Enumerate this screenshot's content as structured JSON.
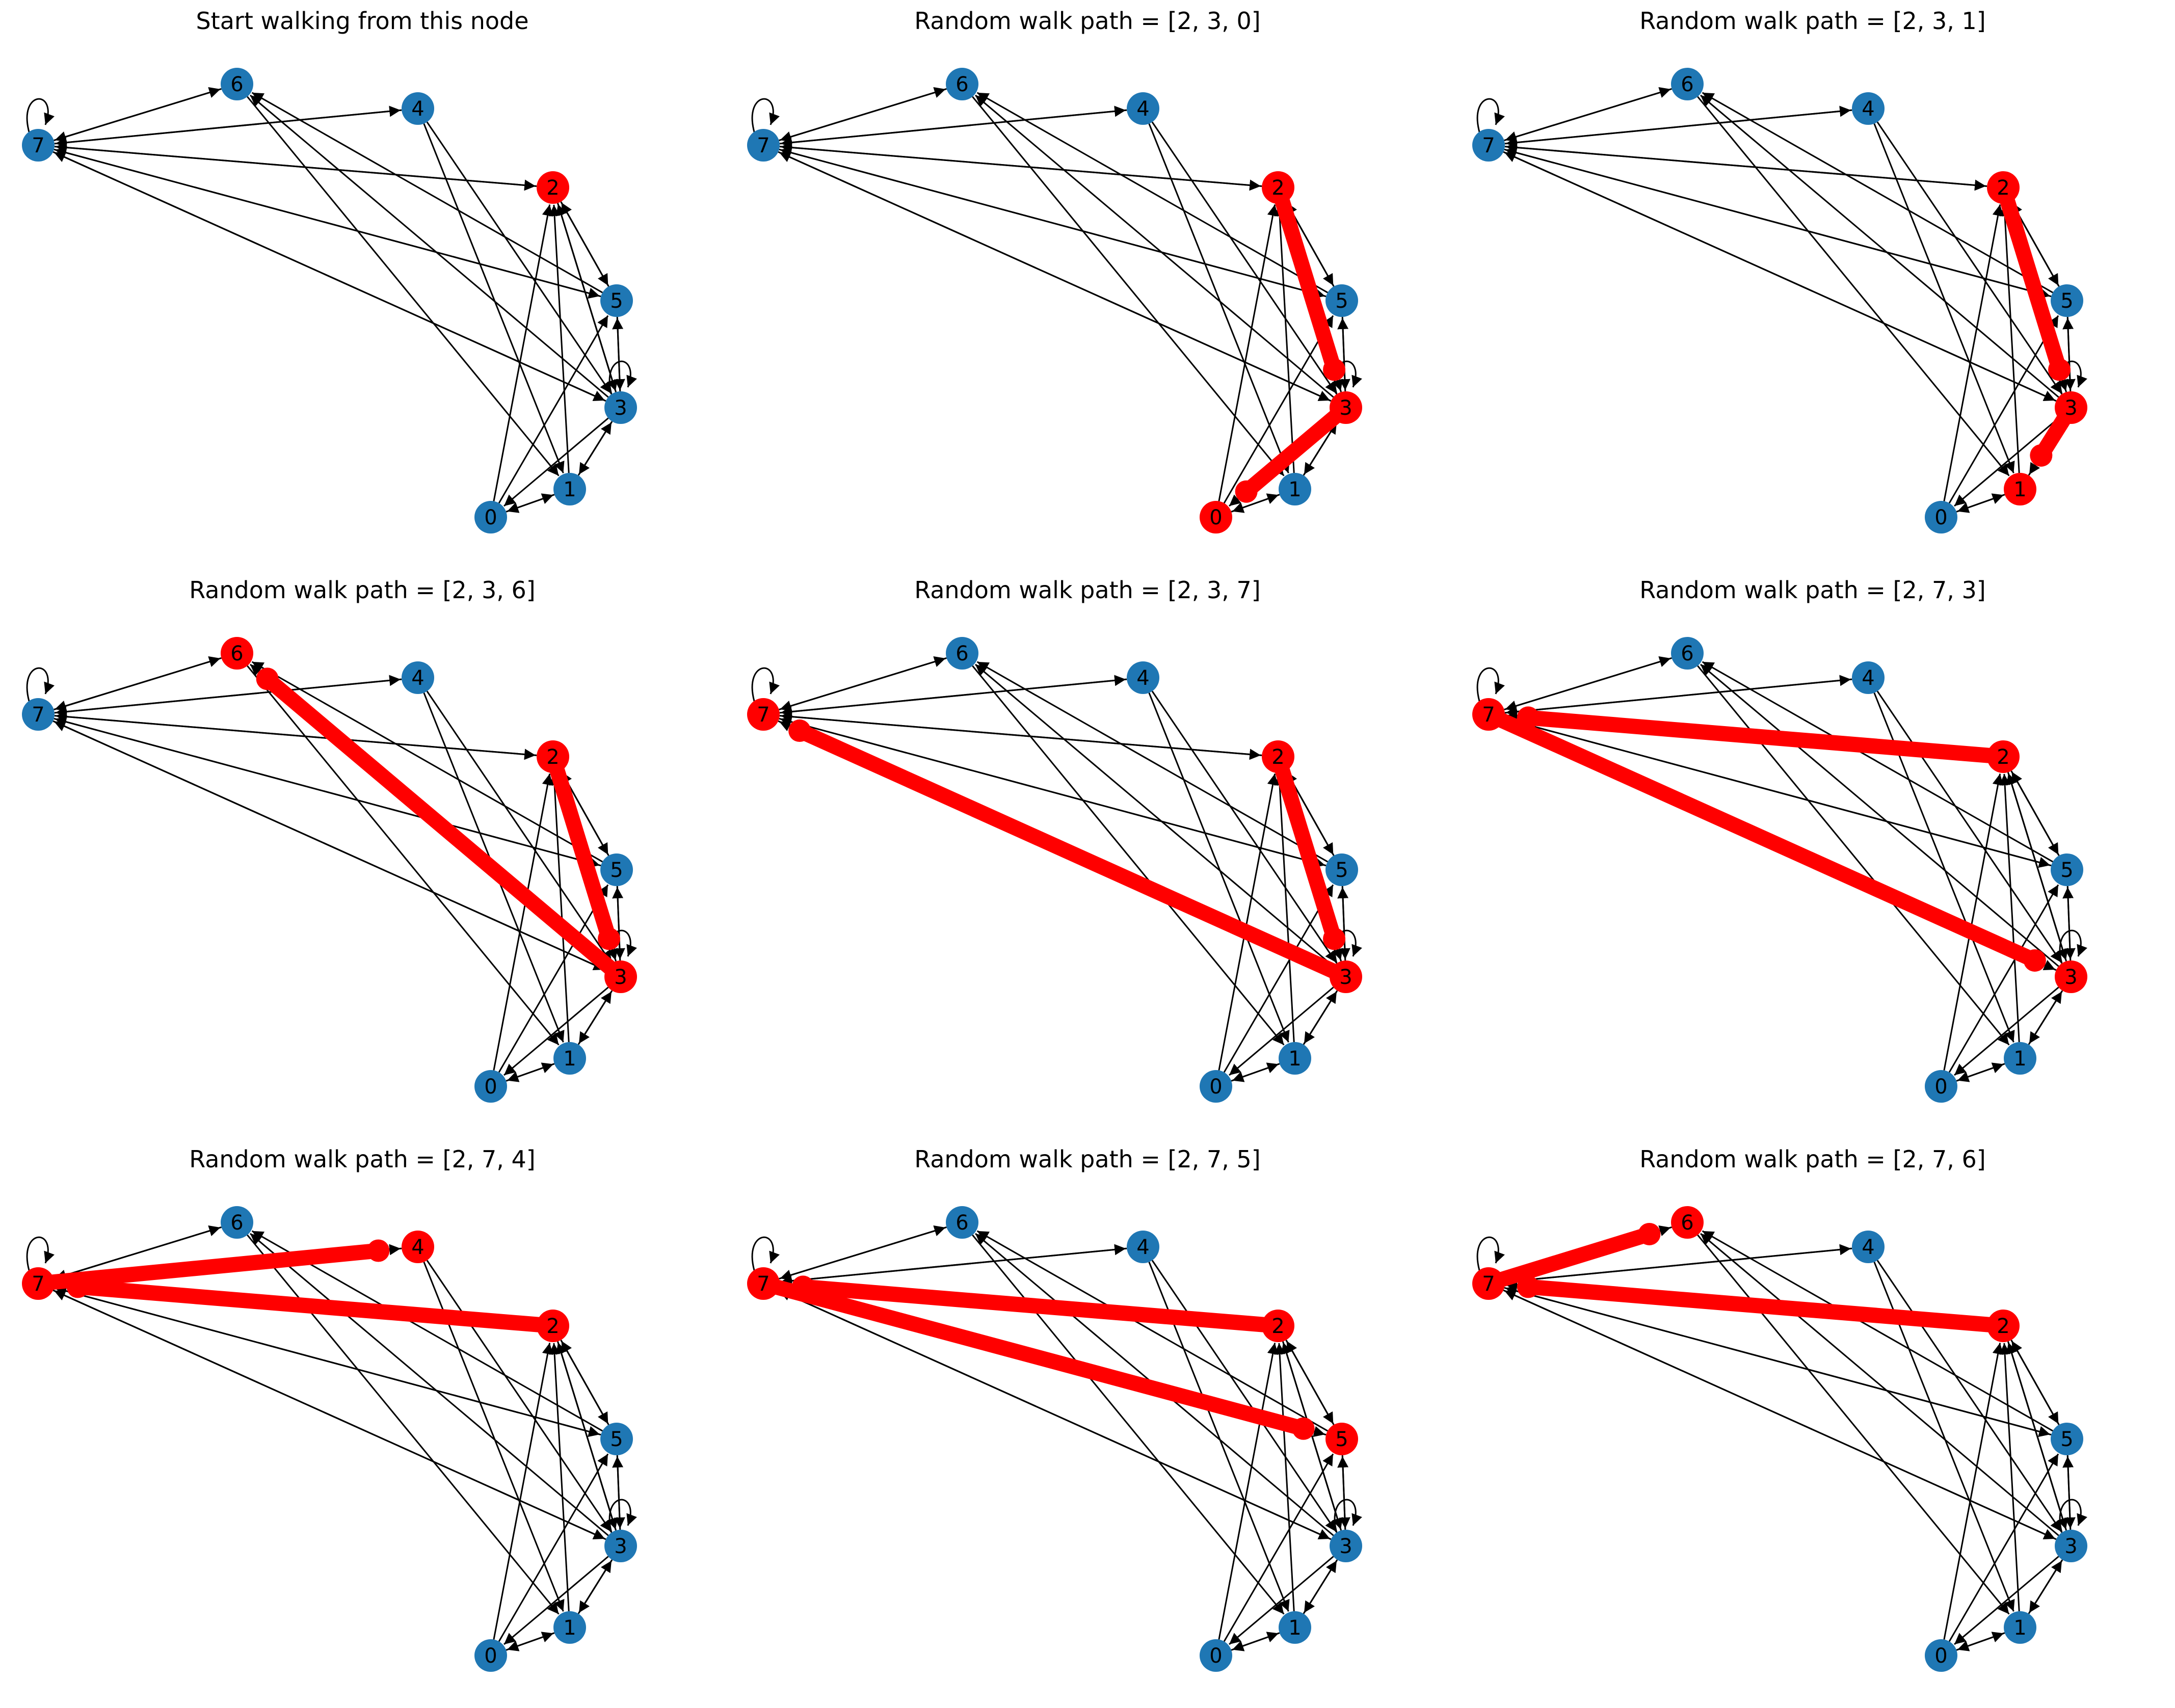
{
  "colors": {
    "node": "#1f77b4",
    "highlight": "#ff0000",
    "edge": "#000000"
  },
  "graph": {
    "nodes": [
      "0",
      "1",
      "2",
      "3",
      "4",
      "5",
      "6",
      "7"
    ],
    "edges": [
      [
        "0",
        "1"
      ],
      [
        "0",
        "5"
      ],
      [
        "0",
        "2"
      ],
      [
        "1",
        "2"
      ],
      [
        "1",
        "0"
      ],
      [
        "1",
        "3"
      ],
      [
        "2",
        "3"
      ],
      [
        "2",
        "5"
      ],
      [
        "2",
        "7"
      ],
      [
        "3",
        "3"
      ],
      [
        "3",
        "1"
      ],
      [
        "3",
        "6"
      ],
      [
        "3",
        "7"
      ],
      [
        "3",
        "2"
      ],
      [
        "3",
        "0"
      ],
      [
        "3",
        "5"
      ],
      [
        "4",
        "7"
      ],
      [
        "4",
        "1"
      ],
      [
        "4",
        "3"
      ],
      [
        "5",
        "2"
      ],
      [
        "5",
        "7"
      ],
      [
        "5",
        "6"
      ],
      [
        "5",
        "3"
      ],
      [
        "6",
        "7"
      ],
      [
        "6",
        "1"
      ],
      [
        "7",
        "7"
      ],
      [
        "7",
        "6"
      ],
      [
        "7",
        "4"
      ],
      [
        "7",
        "2"
      ],
      [
        "7",
        "3"
      ],
      [
        "7",
        "5"
      ]
    ]
  },
  "panels": [
    {
      "title": "Start walking from this node",
      "path": [
        "2"
      ]
    },
    {
      "title": "Random walk path = [2, 3, 0]",
      "path": [
        "2",
        "3",
        "0"
      ]
    },
    {
      "title": "Random walk path = [2, 3, 1]",
      "path": [
        "2",
        "3",
        "1"
      ]
    },
    {
      "title": "Random walk path = [2, 3, 6]",
      "path": [
        "2",
        "3",
        "6"
      ]
    },
    {
      "title": "Random walk path = [2, 3, 7]",
      "path": [
        "2",
        "3",
        "7"
      ]
    },
    {
      "title": "Random walk path = [2, 7, 3]",
      "path": [
        "2",
        "7",
        "3"
      ]
    },
    {
      "title": "Random walk path = [2, 7, 4]",
      "path": [
        "2",
        "7",
        "4"
      ]
    },
    {
      "title": "Random walk path = [2, 7, 5]",
      "path": [
        "2",
        "7",
        "5"
      ]
    },
    {
      "title": "Random walk path = [2, 7, 6]",
      "path": [
        "2",
        "7",
        "6"
      ]
    }
  ]
}
